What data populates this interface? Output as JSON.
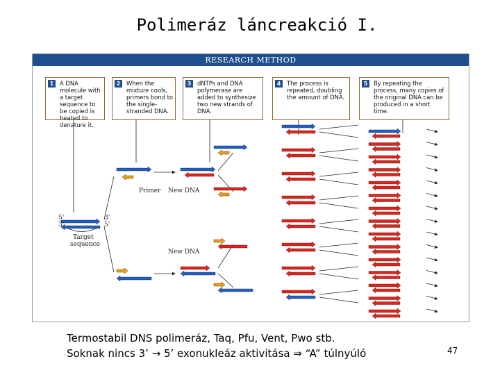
{
  "title": "Polimeráz láncreakció I.",
  "figure": {
    "header": "RESEARCH METHOD",
    "steps": [
      {
        "num": "1",
        "text": "A DNA molecule with a target sequence to be copied is heated to denature it."
      },
      {
        "num": "2",
        "text": "When the mixture cools, primers bond to the single-stranded DNA."
      },
      {
        "num": "3",
        "text": "dNTPs and DNA polymerase are added to synthesize two new strands of DNA."
      },
      {
        "num": "4",
        "text": "The process is repeated, doubling the amount of DNA."
      },
      {
        "num": "5",
        "text": "By repeating the process, many copies of the original DNA can be produced in a short time."
      }
    ],
    "labels": {
      "primer": "Primer",
      "new_dna_top": "New DNA",
      "new_dna_bottom": "New DNA",
      "target": "Target",
      "sequence": "sequence",
      "five_prime_top_left": "5'",
      "three_prime_top_right": "3'",
      "three_prime_bottom_left": "3'",
      "five_prime_bottom_right": "5'"
    },
    "colors": {
      "template_strand": "#1f5fc8",
      "new_strand": "#e2231a",
      "primer": "#f39c12",
      "header": "#1f4f8f"
    }
  },
  "caption": {
    "line1": "Termostabil DNS polimeráz, Taq, Pfu, Vent, Pwo stb.",
    "line2": "Soknak nincs 3’ → 5’ exonukleáz aktivitása ⇒ “A” túlnyúló"
  },
  "page_number": "47"
}
